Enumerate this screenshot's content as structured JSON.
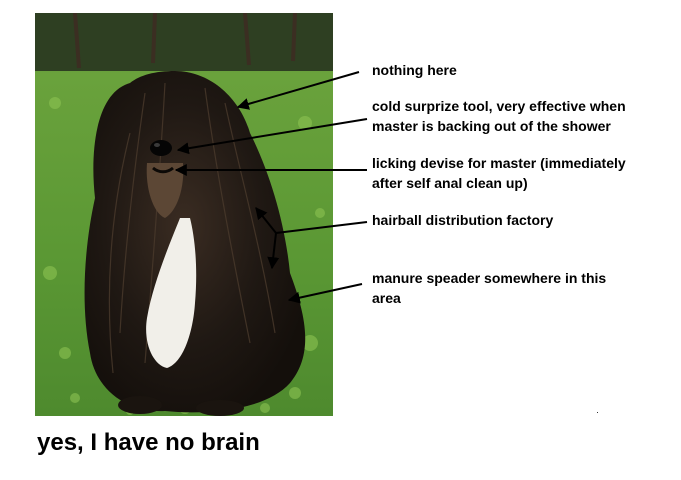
{
  "annotations": [
    {
      "id": "nothing-here",
      "lines": [
        "nothing here"
      ]
    },
    {
      "id": "cold-surprize-tool",
      "lines": [
        "cold surprize tool, very effective when",
        "master is backing out of the shower"
      ]
    },
    {
      "id": "licking-devise",
      "lines": [
        "licking devise for master (immediately",
        "after self anal clean up)"
      ]
    },
    {
      "id": "hairball-factory",
      "lines": [
        "hairball distribution factory"
      ]
    },
    {
      "id": "manure-speader",
      "lines": [
        "manure speader somewhere in this",
        "area"
      ]
    }
  ],
  "caption": "yes, I have no brain",
  "colors": {
    "text": "#000000",
    "arrow": "#000000",
    "grass": "#5a9a34",
    "fur": "#1f1813",
    "chest_fur": "#f1efe9"
  }
}
